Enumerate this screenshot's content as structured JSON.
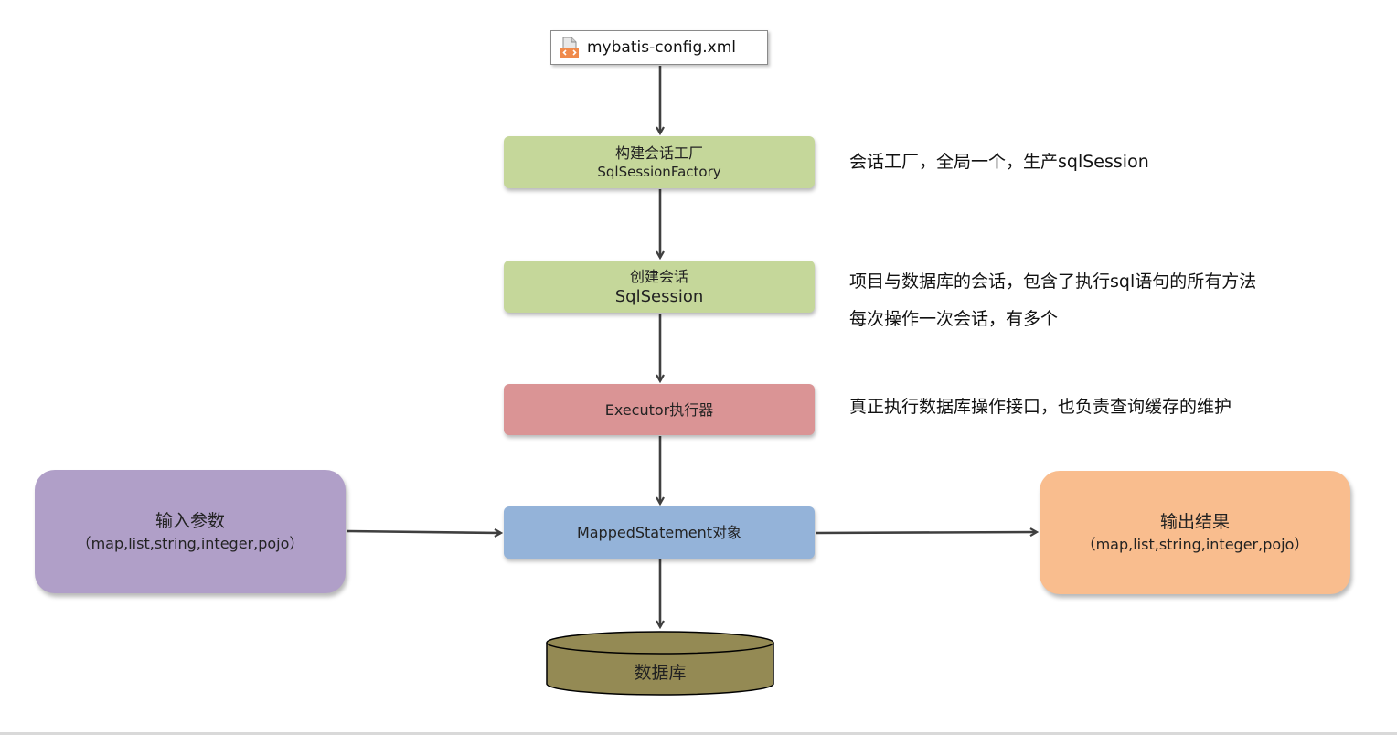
{
  "file": {
    "name": "mybatis-config.xml",
    "icon": "xml-file-icon"
  },
  "nodes": {
    "factory": {
      "line1": "构建会话工厂",
      "line2": "SqlSessionFactory"
    },
    "session": {
      "line1": "创建会话",
      "line2": "SqlSession"
    },
    "executor": {
      "line1": "Executor执行器"
    },
    "mapped": {
      "line1": "MappedStatement对象"
    },
    "database": {
      "label": "数据库"
    }
  },
  "side_boxes": {
    "input": {
      "title": "输入参数",
      "subtitle": "（map,list,string,integer,pojo）"
    },
    "output": {
      "title": "输出结果",
      "subtitle": "（map,list,string,integer,pojo）"
    }
  },
  "notes": {
    "factory": "会话工厂，全局一个，生产sqlSession",
    "session_1": "项目与数据库的会话，包含了执行sql语句的所有方法",
    "session_2": "每次操作一次会话，有多个",
    "executor": "真正执行数据库操作接口，也负责查询缓存的维护"
  },
  "colors": {
    "green": "#c5d79a",
    "red": "#da9495",
    "blue": "#94b3d9",
    "purple": "#b09fc8",
    "orange": "#f9bd8e",
    "database": "#948a54",
    "arrow": "#3f3f3f"
  }
}
